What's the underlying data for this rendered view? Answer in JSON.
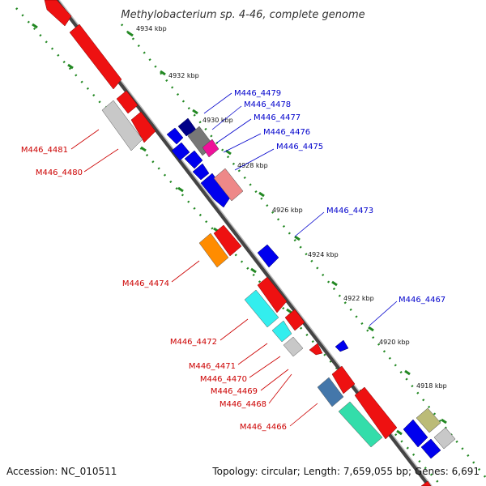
{
  "title": "Methylobacterium sp. 4-46, complete genome",
  "footer": {
    "accession": "Accession: NC_010511",
    "topology": "Topology: circular; Length: 7,659,055 bp; Genes: 6,691"
  },
  "kbp_labels": [
    "4934 kbp",
    "4932 kbp",
    "4930 kbp",
    "4928 kbp",
    "4926 kbp",
    "4924 kbp",
    "4922 kbp",
    "4920 kbp",
    "4918 kbp"
  ],
  "gene_labels_forward": [
    "M446_4479",
    "M446_4478",
    "M446_4477",
    "M446_4476",
    "M446_4475",
    "M446_4473",
    "M446_4467"
  ],
  "gene_labels_reverse": [
    "M446_4481",
    "M446_4480",
    "M446_4474",
    "M446_4472",
    "M446_4471",
    "M446_4470",
    "M446_4469",
    "M446_4468",
    "M446_4466"
  ],
  "colors": {
    "forward_label": "#0000cc",
    "reverse_label": "#cc0000",
    "backbone": "#888888",
    "tick_track": "#228822"
  }
}
